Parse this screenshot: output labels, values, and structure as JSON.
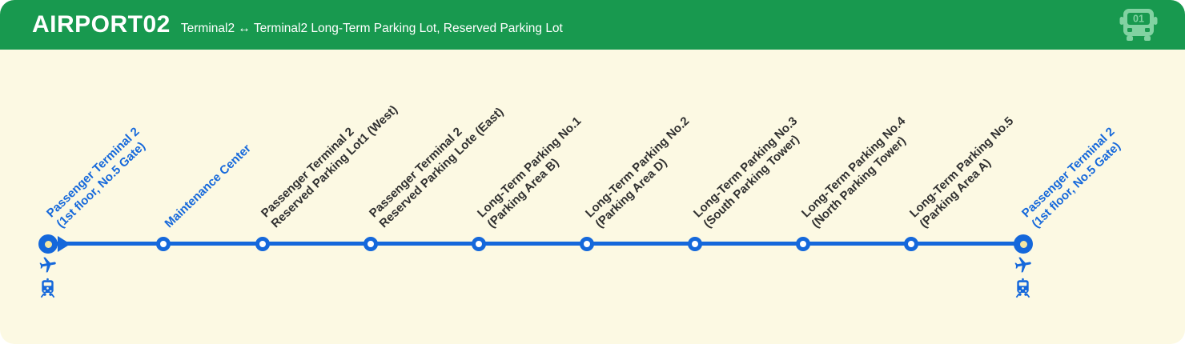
{
  "header": {
    "route_name": "AIRPORT02",
    "route_description": "Terminal2 ↔ Terminal2 Long-Term Parking Lot, Reserved Parking Lot",
    "bus_number": "01"
  },
  "colors": {
    "header_green": "#18994F",
    "bus_light_green": "#82D2A2",
    "body_cream": "#FCF9E3",
    "route_blue": "#1568DB",
    "stop_label_dark": "#303030",
    "terminal_stop_inner": "#F5E7A3"
  },
  "route": {
    "stops": [
      {
        "lines": [
          "Passenger Terminal 2",
          "(1st floor, No.5 Gate)"
        ],
        "terminal": true,
        "highlight": true,
        "departure_arrow": true,
        "icons": [
          "airplane",
          "train"
        ]
      },
      {
        "lines": [
          "Maintenance Center"
        ],
        "terminal": false,
        "highlight": true,
        "departure_arrow": false,
        "icons": []
      },
      {
        "lines": [
          "Passenger Terminal 2",
          "Reserved Parking Lot1 (West)"
        ],
        "terminal": false,
        "highlight": false,
        "departure_arrow": false,
        "icons": []
      },
      {
        "lines": [
          "Passenger Terminal 2",
          "Reserved Parking Lote (East)"
        ],
        "terminal": false,
        "highlight": false,
        "departure_arrow": false,
        "icons": []
      },
      {
        "lines": [
          "Long-Term Parking No.1",
          "(Parking Area B)"
        ],
        "terminal": false,
        "highlight": false,
        "departure_arrow": false,
        "icons": []
      },
      {
        "lines": [
          "Long-Term Parking No.2",
          "(Parking Area D)"
        ],
        "terminal": false,
        "highlight": false,
        "departure_arrow": false,
        "icons": []
      },
      {
        "lines": [
          "Long-Term Parking No.3",
          "(South Parking Tower)"
        ],
        "terminal": false,
        "highlight": false,
        "departure_arrow": false,
        "icons": []
      },
      {
        "lines": [
          "Long-Term Parking No.4",
          "(North Parking Tower)"
        ],
        "terminal": false,
        "highlight": false,
        "departure_arrow": false,
        "icons": []
      },
      {
        "lines": [
          "Long-Term Parking No.5",
          "(Parking Area A)"
        ],
        "terminal": false,
        "highlight": false,
        "departure_arrow": false,
        "icons": []
      },
      {
        "lines": [
          "Passenger Terminal 2",
          "(1st floor, No.5 Gate)"
        ],
        "terminal": true,
        "highlight": true,
        "departure_arrow": false,
        "icons": [
          "airplane",
          "train"
        ]
      }
    ]
  }
}
